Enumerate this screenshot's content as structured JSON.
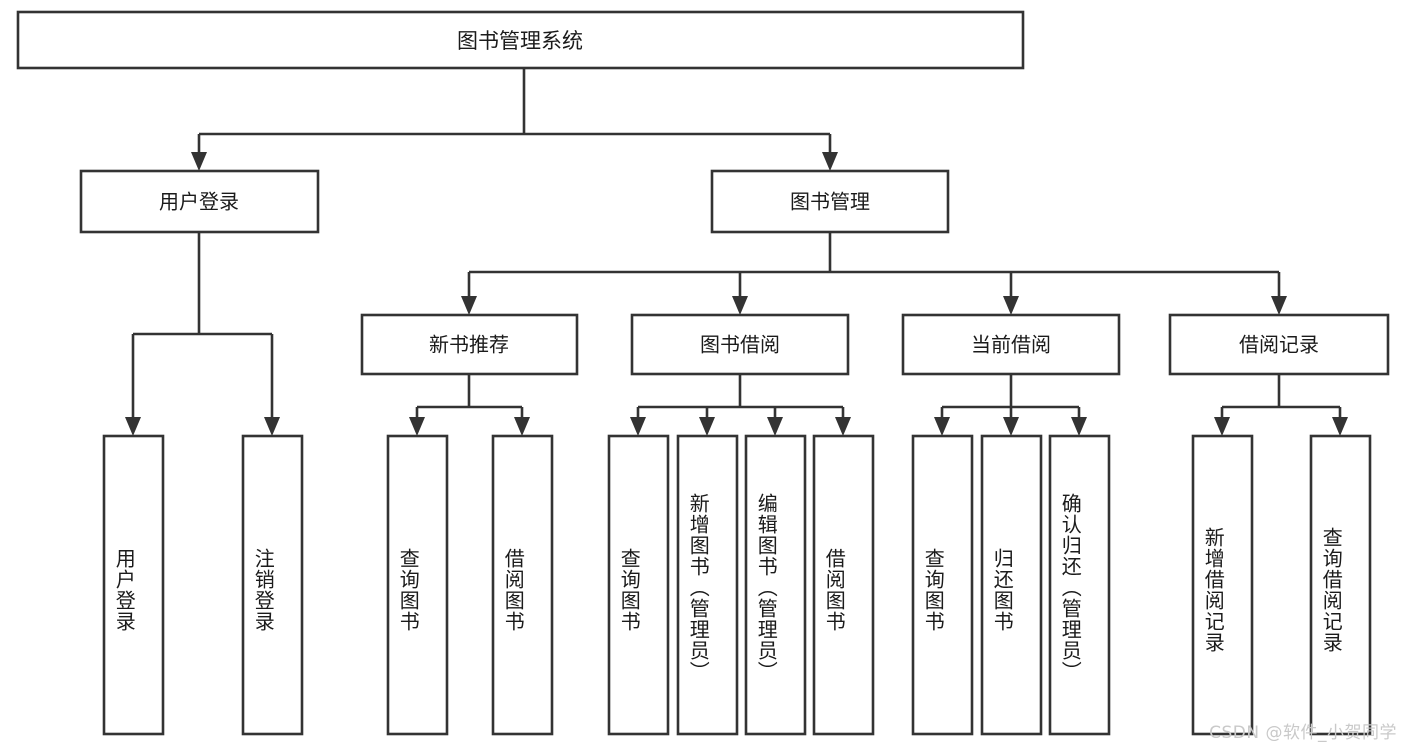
{
  "diagram": {
    "title": "图书管理系统",
    "type": "tree-hierarchy",
    "orientation": "top-down",
    "box_fill": "#ffffff",
    "box_stroke": "#333333",
    "text_color": "#1b1b1b",
    "watermark": "CSDN @软件_小贺同学",
    "root": {
      "label": "图书管理系统"
    },
    "level2": [
      {
        "label": "用户登录"
      },
      {
        "label": "图书管理"
      }
    ],
    "level3": [
      {
        "label": "新书推荐"
      },
      {
        "label": "图书借阅"
      },
      {
        "label": "当前借阅"
      },
      {
        "label": "借阅记录"
      }
    ],
    "leaves": {
      "user_login": [
        {
          "label": "用户登录"
        },
        {
          "label": "注销登录"
        }
      ],
      "new_book_recommend": [
        {
          "label": "查询图书"
        },
        {
          "label": "借阅图书"
        }
      ],
      "book_borrow": [
        {
          "label": "查询图书"
        },
        {
          "label": "新增图书（管理员）"
        },
        {
          "label": "编辑图书（管理员）"
        },
        {
          "label": "借阅图书"
        }
      ],
      "current_borrow": [
        {
          "label": "查询图书"
        },
        {
          "label": "归还图书"
        },
        {
          "label": "确认归还（管理员）"
        }
      ],
      "borrow_record": [
        {
          "label": "新增借阅记录"
        },
        {
          "label": "查询借阅记录"
        }
      ]
    }
  }
}
